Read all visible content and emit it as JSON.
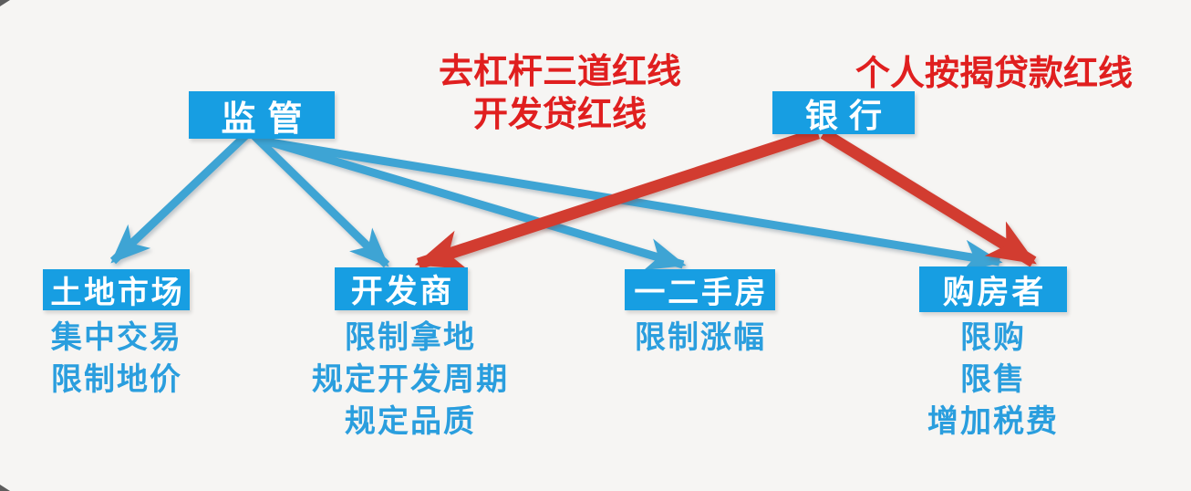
{
  "colors": {
    "background": "#f6f5f3",
    "box_blue": "#179ee2",
    "arrow_blue": "#3ea4d4",
    "arrow_red": "#d23c30",
    "text_red": "#e01f1f",
    "label_blue": "#2a9ede",
    "box_text": "#ffffff"
  },
  "annotations": {
    "deleverage_line1": "去杠杆三道红线",
    "deleverage_line2": "开发贷红线",
    "mortgage_line": "个人按揭贷款红线"
  },
  "nodes": {
    "regulator": {
      "label": "监管"
    },
    "bank": {
      "label": "银行"
    },
    "land_market": {
      "label": "土地市场",
      "items": [
        "集中交易",
        "限制地价"
      ]
    },
    "developer": {
      "label": "开发商",
      "items": [
        "限制拿地",
        "规定开发周期",
        "规定品质"
      ]
    },
    "housing": {
      "label": "一二手房",
      "items": [
        "限制涨幅"
      ]
    },
    "homebuyer": {
      "label": "购房者",
      "items": [
        "限购",
        "限售",
        "增加税费"
      ]
    }
  },
  "edges": [
    {
      "from": "监管",
      "to": "土地市场",
      "color": "blue"
    },
    {
      "from": "监管",
      "to": "开发商",
      "color": "blue"
    },
    {
      "from": "监管",
      "to": "一二手房",
      "color": "blue"
    },
    {
      "from": "监管",
      "to": "购房者",
      "color": "blue"
    },
    {
      "from": "银行",
      "to": "开发商",
      "color": "red"
    },
    {
      "from": "银行",
      "to": "购房者",
      "color": "red"
    }
  ]
}
